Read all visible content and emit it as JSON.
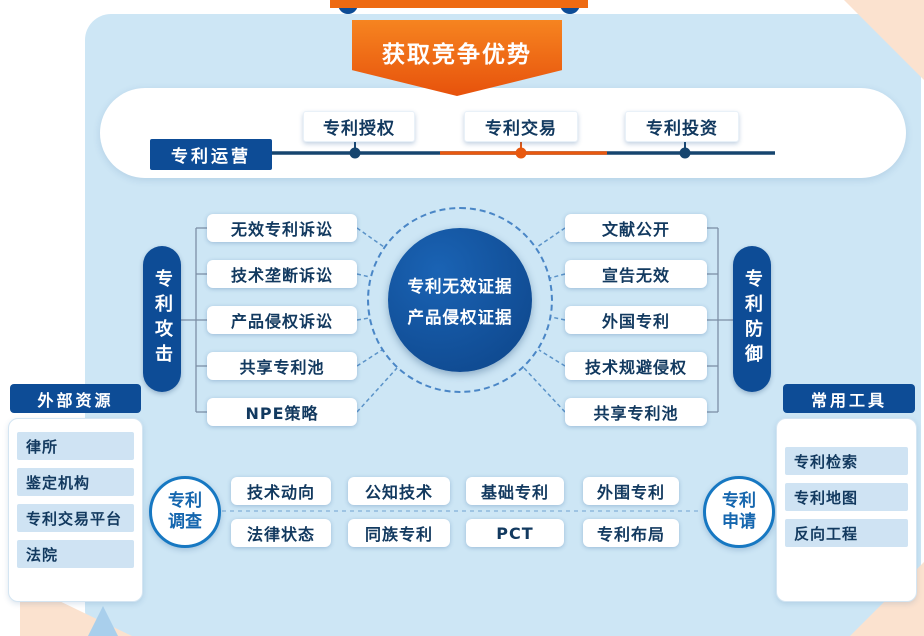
{
  "banner": {
    "title": "获取竞争优势"
  },
  "operations": {
    "label": "专利运营",
    "stages": [
      "专利授权",
      "专利交易",
      "专利投资"
    ]
  },
  "center_circle": {
    "line1": "专利无效证据",
    "line2": "产品侵权证据"
  },
  "attack": {
    "label": "专利攻击",
    "items": [
      "无效专利诉讼",
      "技术垄断诉讼",
      "产品侵权诉讼",
      "共享专利池",
      "NPE策略"
    ]
  },
  "defense": {
    "label": "专利防御",
    "items": [
      "文献公开",
      "宣告无效",
      "外国专利",
      "技术规避侵权",
      "共享专利池"
    ]
  },
  "external_resources": {
    "label": "外部资源",
    "items": [
      "律所",
      "鉴定机构",
      "专利交易平台",
      "法院"
    ]
  },
  "common_tools": {
    "label": "常用工具",
    "items": [
      "专利检索",
      "专利地图",
      "反向工程"
    ]
  },
  "investigation": {
    "label": "专利调查"
  },
  "application": {
    "label": "专利申请"
  },
  "research_topics": {
    "row1": [
      "技术动向",
      "公知技术",
      "基础专利",
      "外围专利"
    ],
    "row2": [
      "法律状态",
      "同族专利",
      "PCT",
      "专利布局"
    ]
  },
  "colors": {
    "navy": "#0d4c96",
    "orange": "#ee5a12",
    "panel_blue": "#cde6f5",
    "text_navy": "#12395f"
  }
}
